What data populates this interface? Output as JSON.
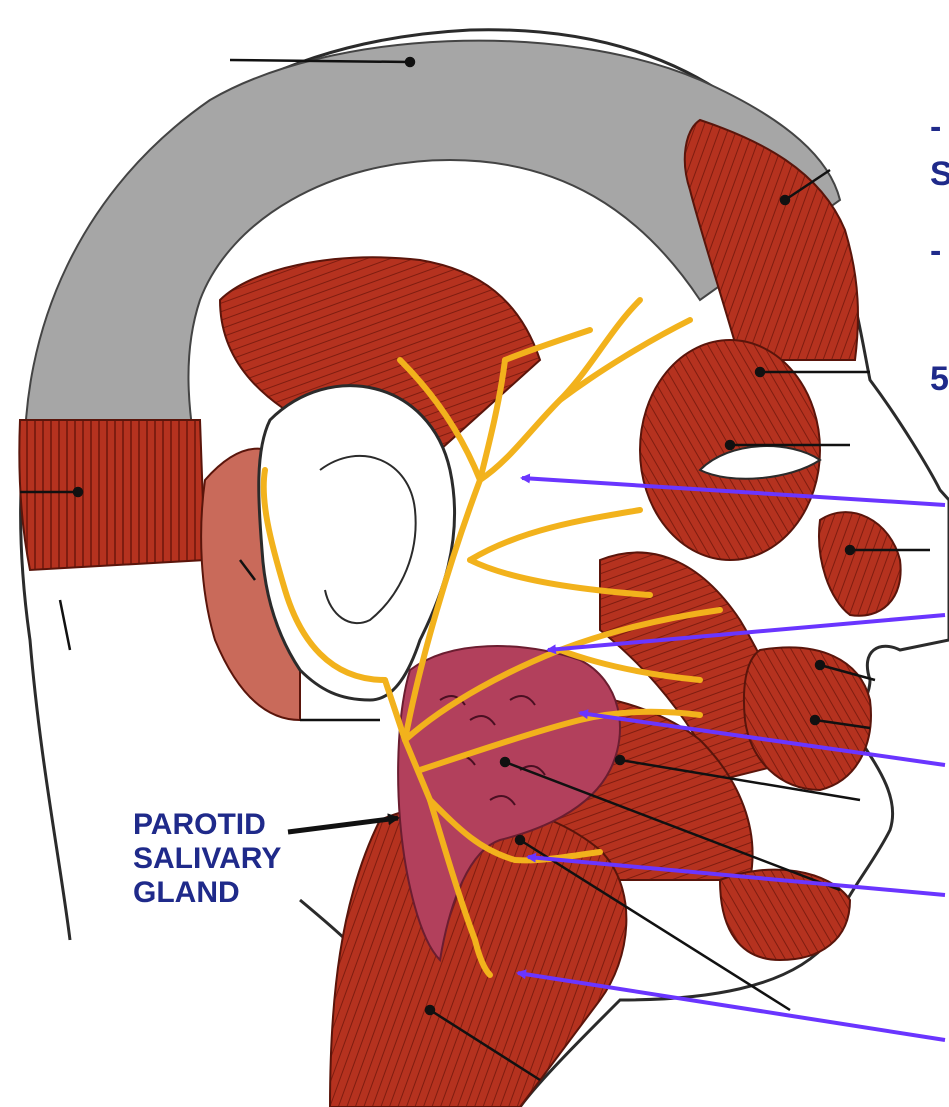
{
  "gland_label": {
    "line1": "PAROTID",
    "line2": "SALIVARY",
    "line3": "GLAND"
  },
  "cropped_text": {
    "frag1": "-",
    "frag2": "S",
    "frag3": "-",
    "frag4": "5"
  },
  "colors": {
    "muscle": "#b5321f",
    "muscle_dark": "#8a2214",
    "nerve": "#f2b21c",
    "gland": "#b2405c",
    "scalp": "#a6a6a6",
    "skin_outline": "#2b2b2b",
    "arrow_purple": "#6a35ff",
    "label_blue": "#1f2a8a"
  }
}
